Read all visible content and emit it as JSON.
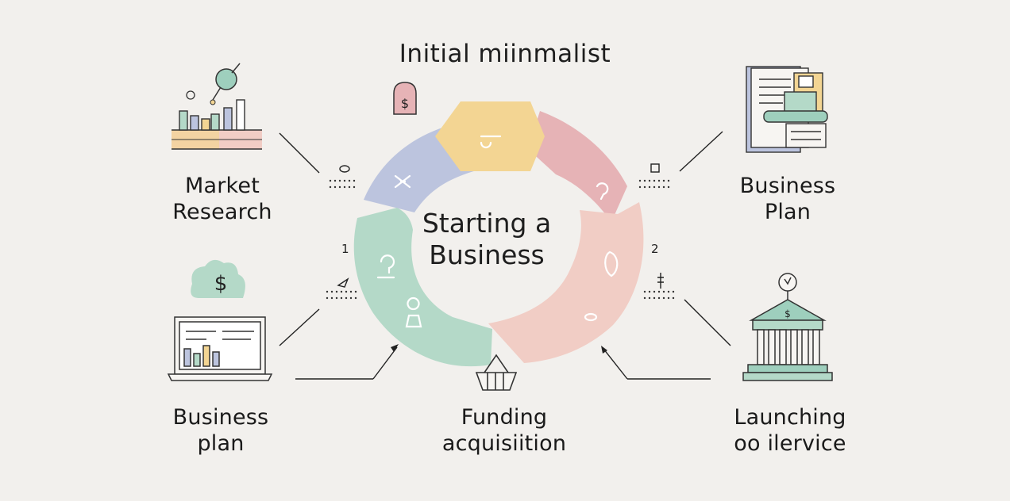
{
  "title": "Initial miinmalist",
  "center": {
    "line1": "Starting a",
    "line2": "Business"
  },
  "labels": {
    "top_left": [
      "Market",
      "Research"
    ],
    "top_right": [
      "Business",
      "Plan"
    ],
    "bottom_left": [
      "Business",
      "plan"
    ],
    "bottom_center": [
      "Funding",
      "acquisiition"
    ],
    "bottom_right": [
      "Launching",
      "oo ilervice"
    ]
  },
  "step_numbers": [
    "1",
    "2"
  ],
  "icons": {
    "market_research": "bar-chart-magnifier-icon",
    "business_plan_top": "documents-stack-icon",
    "money": "dollar-cloud-icon",
    "laptop": "laptop-chart-icon",
    "bank": "bank-building-icon",
    "basket": "basket-icon",
    "tag": "dollar-tag-icon"
  },
  "colors": {
    "background": "#f2f0ed",
    "yellow": "#f3d593",
    "pink": "#e6b3b6",
    "salmon": "#f1cdc5",
    "mint": "#b4d9c8",
    "lavender": "#bcc4de",
    "ink": "#1e1e1e"
  }
}
